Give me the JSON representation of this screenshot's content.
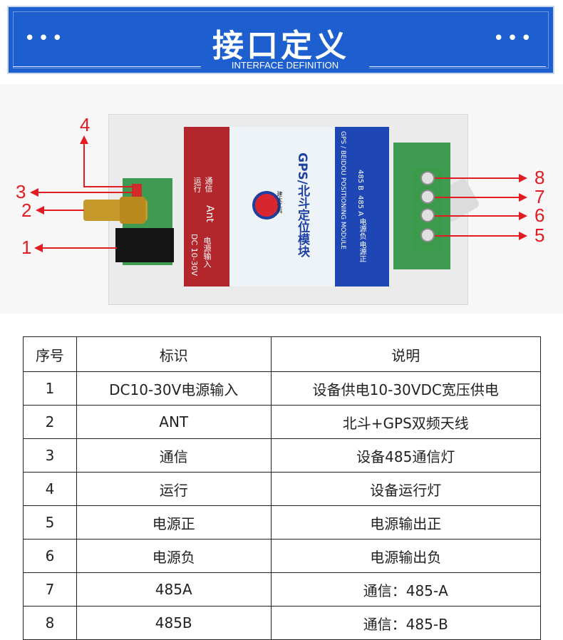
{
  "header": {
    "title": "接口定义",
    "subtitle": "INTERFACE DEFINITION",
    "left_dots": "•••",
    "right_dots": "•••"
  },
  "device": {
    "callouts": [
      "4",
      "3",
      "2",
      "1",
      "8",
      "7",
      "6",
      "5"
    ],
    "label_run": "运行",
    "label_comm": "通信",
    "label_ant": "Ant",
    "label_power": "DC 10-30V",
    "label_power_cn": "电源输入",
    "logo_brand": "建大仁科",
    "module_name": "GPS/北斗定位模块",
    "module_name_en": "GPS / BEIDOU POSITIONING MODULE",
    "terminal_labels": [
      "485 B",
      "485 A",
      "电源负",
      "电源正"
    ],
    "accent_red": "#e11c22",
    "accent_blue": "#1e47b5"
  },
  "table": {
    "headers": [
      "序号",
      "标识",
      "说明"
    ],
    "rows": [
      [
        "1",
        "DC10-30V电源输入",
        "设备供电10-30VDC宽压供电"
      ],
      [
        "2",
        "ANT",
        "北斗+GPS双频天线"
      ],
      [
        "3",
        "通信",
        "设备485通信灯"
      ],
      [
        "4",
        "运行",
        "设备运行灯"
      ],
      [
        "5",
        "电源正",
        "电源输出正"
      ],
      [
        "6",
        "电源负",
        "电源输出负"
      ],
      [
        "7",
        "485A",
        "通信：485-A"
      ],
      [
        "8",
        "485B",
        "通信：485-B"
      ]
    ]
  }
}
